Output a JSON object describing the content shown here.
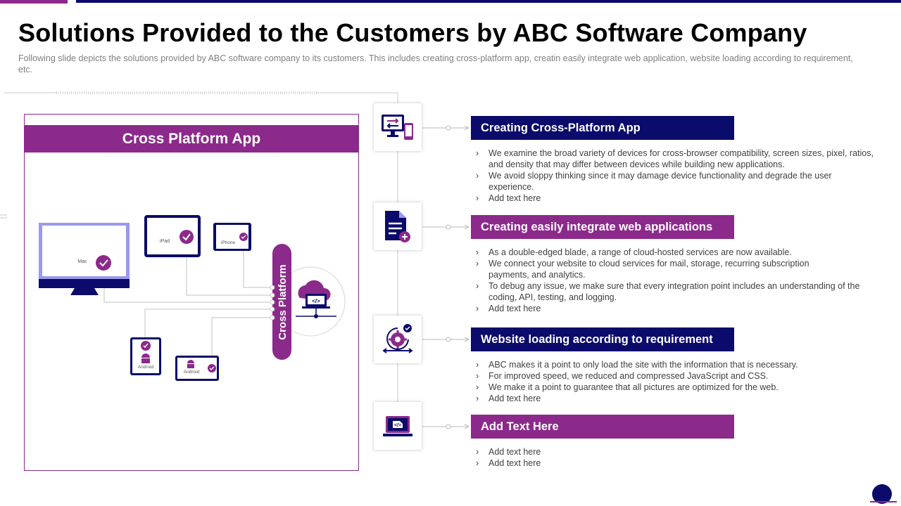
{
  "title": "Solutions Provided to the Customers by ABC Software Company",
  "subtitle": "Following slide depicts the solutions provided  by ABC software company to its customers. This includes creating cross-platform app, creatin easily integrate web application, website loading according to requirement,  etc.",
  "panel": {
    "title": "Cross Platform App",
    "hub_label": "Cross Platform",
    "devices": {
      "mac": "Mac",
      "ipad": "iPad",
      "iphone": "iPhone",
      "android_tablet": "Android",
      "android_phone": "Android"
    }
  },
  "colors": {
    "navy": "#0b0b6b",
    "purple": "#8b2a8b",
    "light_purple": "#9999ee",
    "text_gray": "#404040"
  },
  "sections": [
    {
      "title": "Creating Cross-Platform App",
      "icon": "cross-device-icon",
      "bullets": [
        "We examine the broad variety of devices for cross-browser compatibility, screen sizes, pixel, ratios, and density that may differ between devices while building new applications.",
        "We avoid sloppy thinking since it may damage device functionality and degrade the user experience.",
        "Add text here"
      ]
    },
    {
      "title": "Creating easily integrate web applications",
      "icon": "document-add-icon",
      "bullets": [
        "As a double-edged  blade, a range of cloud-hosted services are now available.",
        "We connect your website to cloud services for mail, storage, recurring subscription payments, and analytics.",
        "To debug any issue, we make sure that every integration point includes an understanding of the coding, API, testing, and logging.",
        "Add text here"
      ]
    },
    {
      "title": "Website loading according to requirement",
      "icon": "brain-gear-icon",
      "bullets": [
        "ABC makes it a point to only load the site with the information  that is necessary.",
        "For improved  speed, we reduced and compressed JavaScript  and CSS.",
        "We make it a point to guarantee that all pictures are optimized for the web.",
        "Add text here"
      ]
    },
    {
      "title": "Add Text Here",
      "icon": "laptop-code-icon",
      "bullets": [
        "Add text here",
        "Add text here"
      ]
    }
  ]
}
